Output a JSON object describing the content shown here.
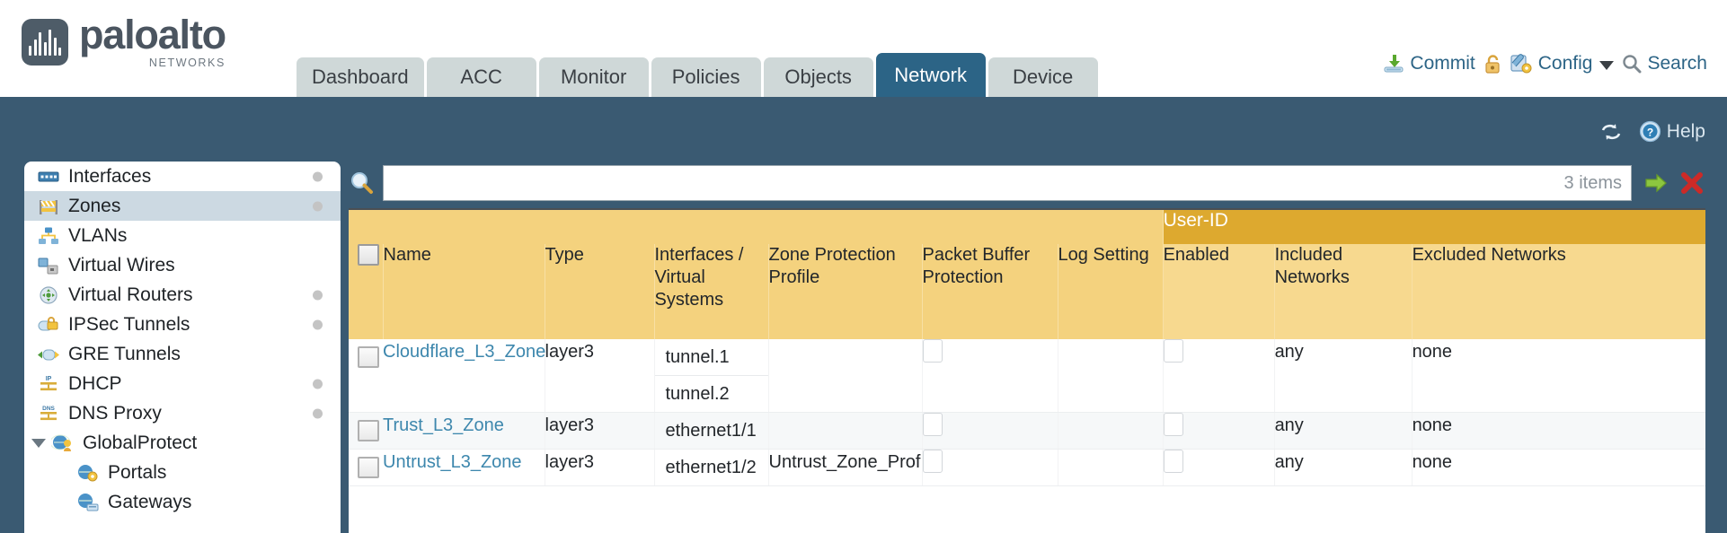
{
  "brand": {
    "name": "paloalto",
    "tagline": "NETWORKS"
  },
  "nav": {
    "tabs": [
      {
        "label": "Dashboard",
        "active": false
      },
      {
        "label": "ACC",
        "active": false
      },
      {
        "label": "Monitor",
        "active": false
      },
      {
        "label": "Policies",
        "active": false
      },
      {
        "label": "Objects",
        "active": false
      },
      {
        "label": "Network",
        "active": true
      },
      {
        "label": "Device",
        "active": false
      }
    ],
    "actions": [
      {
        "label": "Commit",
        "icon": "commit-icon"
      },
      {
        "label": "",
        "icon": "lock-icon"
      },
      {
        "label": "Config",
        "icon": "config-icon",
        "caret": true
      },
      {
        "label": "Search",
        "icon": "search-icon"
      }
    ]
  },
  "band": {
    "tools": [
      {
        "label": "",
        "icon": "refresh-icon"
      },
      {
        "label": "Help",
        "icon": "help-icon"
      }
    ]
  },
  "sidebar": {
    "items": [
      {
        "label": "Interfaces",
        "icon": "interfaces-icon",
        "dot": true,
        "selected": false,
        "level": 0
      },
      {
        "label": "Zones",
        "icon": "zones-icon",
        "dot": true,
        "selected": true,
        "level": 0
      },
      {
        "label": "VLANs",
        "icon": "vlans-icon",
        "dot": false,
        "selected": false,
        "level": 0
      },
      {
        "label": "Virtual Wires",
        "icon": "virtual-wires-icon",
        "dot": false,
        "selected": false,
        "level": 0
      },
      {
        "label": "Virtual Routers",
        "icon": "virtual-routers-icon",
        "dot": true,
        "selected": false,
        "level": 0
      },
      {
        "label": "IPSec Tunnels",
        "icon": "ipsec-tunnels-icon",
        "dot": true,
        "selected": false,
        "level": 0
      },
      {
        "label": "GRE Tunnels",
        "icon": "gre-tunnels-icon",
        "dot": false,
        "selected": false,
        "level": 0
      },
      {
        "label": "DHCP",
        "icon": "dhcp-icon",
        "dot": true,
        "selected": false,
        "level": 0
      },
      {
        "label": "DNS Proxy",
        "icon": "dns-proxy-icon",
        "dot": true,
        "selected": false,
        "level": 0
      },
      {
        "label": "GlobalProtect",
        "icon": "globalprotect-icon",
        "dot": false,
        "selected": false,
        "level": 0,
        "expanded": true
      },
      {
        "label": "Portals",
        "icon": "portals-icon",
        "dot": false,
        "selected": false,
        "level": 1
      },
      {
        "label": "Gateways",
        "icon": "gateways-icon",
        "dot": false,
        "selected": false,
        "level": 1
      }
    ]
  },
  "search": {
    "value": "",
    "placeholder": "",
    "items_count": "3 items",
    "go_icon": "go-arrow-icon",
    "clear_icon": "close-icon"
  },
  "table": {
    "group_header": "User-ID",
    "columns": [
      "Name",
      "Type",
      "Interfaces / Virtual Systems",
      "Zone Protection Profile",
      "Packet Buffer Protection",
      "Log Setting",
      "Enabled",
      "Included Networks",
      "Excluded Networks"
    ],
    "rows": [
      {
        "name": "Cloudflare_L3_Zone",
        "type": "layer3",
        "interfaces": [
          "tunnel.1",
          "tunnel.2"
        ],
        "zone_protection_profile": "",
        "packet_buffer_protection": false,
        "log_setting": "",
        "userid_enabled": false,
        "included_networks": "any",
        "excluded_networks": "none"
      },
      {
        "name": "Trust_L3_Zone",
        "type": "layer3",
        "interfaces": [
          "ethernet1/1"
        ],
        "zone_protection_profile": "",
        "packet_buffer_protection": false,
        "log_setting": "",
        "userid_enabled": false,
        "included_networks": "any",
        "excluded_networks": "none"
      },
      {
        "name": "Untrust_L3_Zone",
        "type": "layer3",
        "interfaces": [
          "ethernet1/2"
        ],
        "zone_protection_profile": "Untrust_Zone_Prof",
        "packet_buffer_protection": false,
        "log_setting": "",
        "userid_enabled": false,
        "included_networks": "any",
        "excluded_networks": "none"
      }
    ]
  },
  "colors": {
    "brand_blue": "#2c6486",
    "band_blue": "#3a5a72",
    "header_gold": "#f4d27e",
    "group_gold": "#dda92f",
    "link_blue": "#3d87ad",
    "sidebar_selected": "#ccd9e2"
  }
}
